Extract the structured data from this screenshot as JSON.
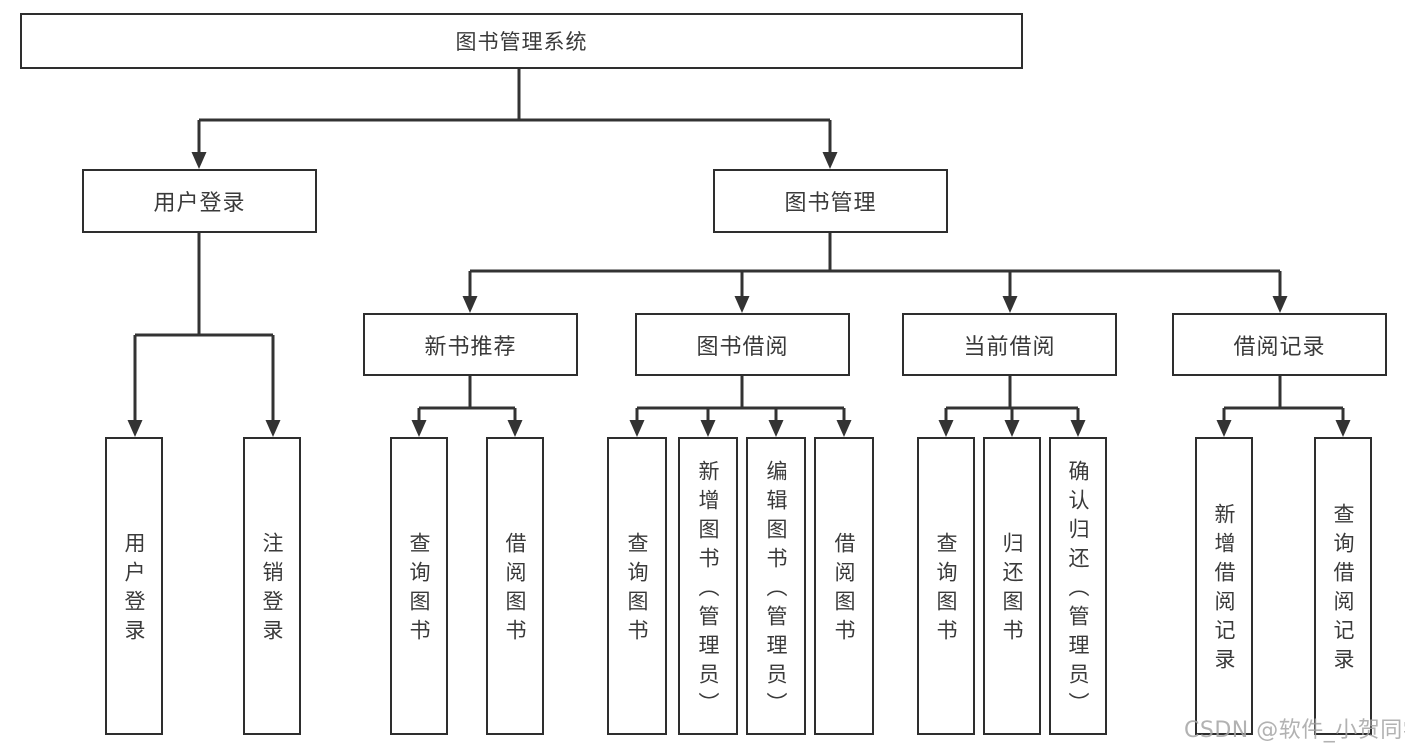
{
  "diagram": {
    "title_node": "图书管理系统",
    "tree": {
      "root": {
        "label": "图书管理系统"
      },
      "branches": [
        {
          "label": "用户登录",
          "leaves": [
            {
              "label": "用户登录"
            },
            {
              "label": "注销登录"
            }
          ]
        },
        {
          "label": "图书管理",
          "groups": [
            {
              "label": "新书推荐",
              "leaves": [
                {
                  "label": "查询图书"
                },
                {
                  "label": "借阅图书"
                }
              ]
            },
            {
              "label": "图书借阅",
              "leaves": [
                {
                  "label": "查询图书"
                },
                {
                  "label": "新增图书（管理员）"
                },
                {
                  "label": "编辑图书（管理员）"
                },
                {
                  "label": "借阅图书"
                }
              ]
            },
            {
              "label": "当前借阅",
              "leaves": [
                {
                  "label": "查询图书"
                },
                {
                  "label": "归还图书"
                },
                {
                  "label": "确认归还（管理员）"
                }
              ]
            },
            {
              "label": "借阅记录",
              "leaves": [
                {
                  "label": "新增借阅记录"
                },
                {
                  "label": "查询借阅记录"
                }
              ]
            }
          ]
        }
      ]
    }
  },
  "watermark": {
    "text": "CSDN @软件_小贺同学"
  },
  "colors": {
    "line": "#333333",
    "box_border": "#2e2e2e",
    "text": "#3a3a3a",
    "watermark": "#a5a5a5",
    "background": "#ffffff"
  }
}
